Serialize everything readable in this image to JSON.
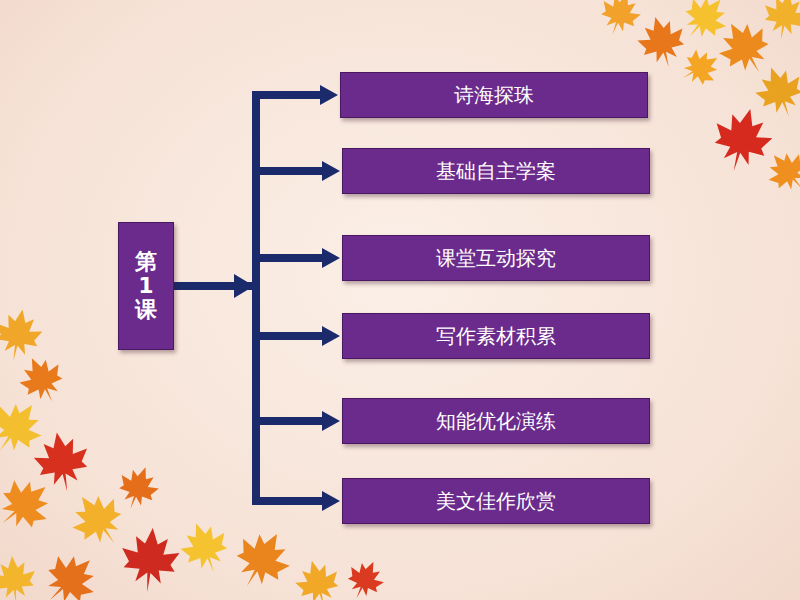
{
  "diagram": {
    "nodes": [
      {
        "text": [
          "第1课"
        ]
      },
      {
        "text": [
          "诗海探珠"
        ]
      },
      {
        "text": [
          "基础自主学案"
        ]
      },
      {
        "text": [
          "课堂互动探究"
        ]
      },
      {
        "text": [
          "写作素材积累"
        ]
      },
      {
        "text": [
          "知能优化演练"
        ]
      },
      {
        "text": [
          "美文佳作欣赏"
        ]
      }
    ],
    "edges": [
      {
        "from": 0,
        "to": 1,
        "arrow": "to"
      },
      {
        "from": 0,
        "to": 2,
        "arrow": "to"
      },
      {
        "from": 0,
        "to": 3,
        "arrow": "to"
      },
      {
        "from": 0,
        "to": 4,
        "arrow": "to"
      },
      {
        "from": 0,
        "to": 5,
        "arrow": "to"
      },
      {
        "from": 0,
        "to": 6,
        "arrow": "to"
      }
    ]
  }
}
